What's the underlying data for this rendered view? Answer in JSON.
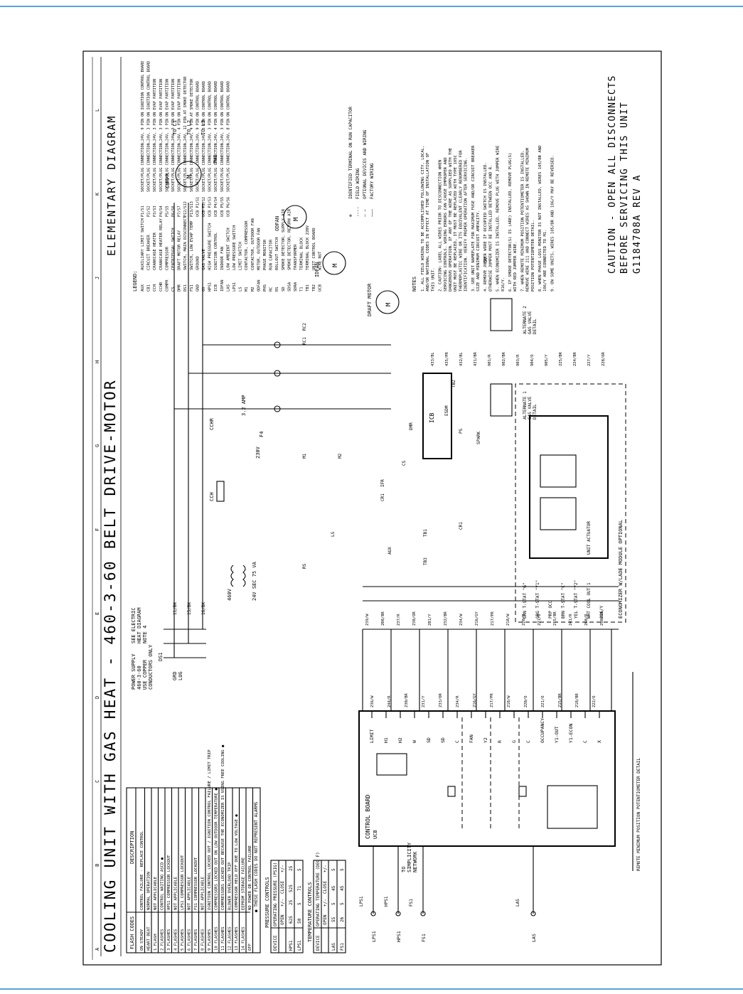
{
  "header": {
    "title": "COOLING UNIT WITH GAS HEAT - 460-3-60 BELT DRIVE-MOTOR",
    "subtitle": "ELEMENTARY DIAGRAM"
  },
  "zones": [
    "A",
    "B",
    "C",
    "D",
    "E",
    "F",
    "G",
    "H",
    "J",
    "K",
    "L"
  ],
  "flash_codes": {
    "header_code": "FLASH CODES",
    "header_desc": "DESCRIPTION",
    "rows": [
      [
        "ON STEADY",
        "CONTROL FAILURE - REPLACE CONTROL"
      ],
      [
        "HEART BEAT",
        "NORMAL OPERATION"
      ],
      [
        "1 FLASH",
        "NOT APPLICABLE"
      ],
      [
        "2 FLASHES",
        "CONTROL WAITING ASCD ●"
      ],
      [
        "3 FLASHES",
        "HPS1 COMPRESSOR LOCKOUT"
      ],
      [
        "4 FLASHES",
        "NOT APPLICABLE"
      ],
      [
        "5 FLASHES",
        "LPS1 COMPRESSOR LOCKOUT"
      ],
      [
        "6 FLASHES",
        "NOT APPLICABLE"
      ],
      [
        "7 FLASHES",
        "FS1 COMPRESSOR LOCKOUT"
      ],
      [
        "8 FLASHES",
        "NOT APPLICABLE"
      ],
      [
        "9 FLASHES",
        "IGNITION CONTROL LOCKED OUT / IGNITION CONTROL FAILURE / LIMIT TRIP"
      ],
      [
        "10 FLASHES",
        "COMPRESSORS LOCKED OUT ON LOW OUTDOOR TEMPERATURE ●"
      ],
      [
        "11 FLASHES",
        "COMPRESSORS LOCKED OUT BECAUSE THE ECONOMIZER IS USING FREE COOLING ●"
      ],
      [
        "12 FLASHES",
        "BLOWER OVERLOAD TRIP"
      ],
      [
        "13 FLASHES",
        "COMPRESSOR HELD OFF DUE TO LOW VOLTAGE ●"
      ],
      [
        "14 FLASHES",
        "EEPROM STORAGE FAILURE"
      ],
      [
        "OFF",
        "NO POWER OR CONTROL FAILURE"
      ]
    ],
    "footnote": "● THESE FLASH CODES DO NOT REPRESENT ALARMS"
  },
  "pressure_controls": {
    "title": "PRESSURE CONTROLS",
    "header": [
      "DEVICE",
      "OPERATING PRESSURE (PSIG)"
    ],
    "subheader": [
      "",
      "OPEN",
      "+/-",
      "CLOSE",
      "+/-"
    ],
    "rows": [
      [
        "HPS1",
        "625",
        "25",
        "525",
        "25"
      ],
      [
        "LPS1",
        "50",
        "5",
        "71",
        "5"
      ]
    ]
  },
  "temperature_controls": {
    "title": "TEMPERATURE CONTROLS",
    "header": [
      "DEVICE",
      "OPERATING TEMPERATURE (DEG F)"
    ],
    "subheader": [
      "",
      "OPEN",
      "+/-",
      "CLOSE",
      "+/-"
    ],
    "rows": [
      [
        "LAS",
        "55",
        "5",
        "45",
        "5"
      ],
      [
        "FS1",
        "26",
        "5",
        "45",
        "5"
      ]
    ]
  },
  "legend": {
    "title": "LEGEND:",
    "items": [
      [
        "AUX",
        "AUXILIARY LIMIT SWITCH"
      ],
      [
        "CB1",
        "CIRCUIT BREAKER"
      ],
      [
        "CCH",
        "CRANKCASE HEATER"
      ],
      [
        "CCHR",
        "CRANKCASE HEATER RELAY"
      ],
      [
        "COMPR",
        "COMPRESSOR"
      ],
      [
        "CS",
        "CENTRIFUGAL SWITCH"
      ],
      [
        "DMR",
        "DRAFT MOTOR RELAY"
      ],
      [
        "DS1",
        "SWITCH, MAIN DISCONNECT"
      ],
      [
        "FS1",
        "SWITCH, LOW EVAP TEMP"
      ],
      [
        "GND",
        "GROUND"
      ],
      [
        "GV",
        "GAS VALVE"
      ],
      [
        "HPS1",
        "HIGH PRESSURE SWITCH"
      ],
      [
        "ICB",
        "IGNITION CONTROL"
      ],
      [
        "IDFAN",
        "INDOOR FAN"
      ],
      [
        "LAS",
        "LOW AMBIENT SWITCH"
      ],
      [
        "LPS1",
        "LOW PRESSURE SWITCH"
      ],
      [
        "LS",
        "LIMIT SWITCH"
      ],
      [
        "M1",
        "CONTACTOR, COMPRESSOR"
      ],
      [
        "M2",
        "CONTACTOR, OUTDOOR FAN"
      ],
      [
        "ODFAN",
        "MOTOR, OUTDOOR FAN"
      ],
      [
        "PHS",
        "PHASE MONITOR"
      ],
      [
        "RC",
        "RUN CAPACITOR"
      ],
      [
        "RS",
        "ROLLOUT SWITCH"
      ],
      [
        "SD",
        "SMOKE DETECTOR, SUPPLY AIR"
      ],
      [
        "SDSA",
        "SMOKE DETECTOR, RETURN AIR"
      ],
      [
        "SDRA",
        "TRANSFORMER"
      ],
      [
        "T1",
        "TERMINAL BLOCK"
      ],
      [
        "TB1",
        "TERMINAL BLOCK 220V"
      ],
      [
        "TB2",
        "UNIT CONTROL BOARD"
      ],
      [
        "UCB",
        "WIRE NUT"
      ]
    ],
    "plugs": [
      [
        "P1/S1",
        "SOCKET/PLUG CONNECTION,24V, 9 PIN ON IGNITION CONTROL BOARD"
      ],
      [
        "P2/S2",
        "SOCKET/PLUG CONNECTION,24V, 3 PIN ON IGNITION CONTROL BOARD"
      ],
      [
        "P3/S3",
        "SOCKET/PLUG CONNECTION,24V, 3 PIN ON EVAP PARTITION"
      ],
      [
        "P4/S4",
        "SOCKET/PLUG CONNECTION,24V, 3 PIN ON EVAP PARTITION"
      ],
      [
        "P5/S5",
        "SOCKET/PLUG CONNECTION,24V, 3 PIN ON EVAP PARTITION"
      ],
      [
        "P6/S6",
        "SOCKET/PLUG CONNECTION,24V, 3 PIN ON EVAP PARTITION"
      ],
      [
        "P7/S7",
        "SOCKET/PLUG CONNECTION,24V, 4 PIN ON EVAP PARTITION"
      ],
      [
        "P12/S12",
        "SOCKET/PLUG CONNECTION,24V, 12 PIN AT SMOKE DETECTOR"
      ],
      [
        "P13/S13",
        "SOCKET/PLUG CONNECTION,24V, 4 PIN AT SMOKE DETECTOR"
      ],
      [
        "UCB P1/S1",
        "SOCKET/PLUG CONNECTION,24V, 9 PIN ON CONTROL BOARD"
      ],
      [
        "UCB P2/S2",
        "SOCKET/PLUG CONNECTION,24V, 3 PIN ON CONTROL BOARD"
      ],
      [
        "UCB P3/S3",
        "SOCKET/PLUG CONNECTION,24V, 3 PIN ON CONTROL BOARD"
      ],
      [
        "UCB P4/S4",
        "SOCKET/PLUG CONNECTION,24V, 4 PIN ON CONTROL BOARD"
      ],
      [
        "UCB P5/S5",
        "SOCKET/PLUG CONNECTION,24V, 3 PIN ON CONTROL BOARD"
      ],
      [
        "UCB P6/S6",
        "SOCKET/PLUG CONNECTION,24V, 8 PIN ON CONTROL BOARD"
      ]
    ],
    "wiring": [
      [
        "⊗",
        "IDENTIFIED TERMINAL ON RUN CAPACITOR"
      ],
      [
        "----",
        "FIELD WIRING"
      ],
      [
        "— —",
        "OPTIONAL DEVICES AND WIRING"
      ],
      [
        "———",
        "FACTORY WIRING"
      ]
    ]
  },
  "notes": {
    "title": "NOTES",
    "items": [
      "1. ALL FIELD WIRING TO BE ACCOMPLISHED FOLLOWING CITY, LOCAL, AND/OR NATIONAL CODES IN EFFECT AT TIME OF INSTALLATION OF THIS UNIT.",
      "2. CAUTION: LABEL ALL WIRES PRIOR TO DISCONNECTION WHEN SERVICING CONTROLS. WIRING ERRORS CAN CAUSE IMPROPER AND DANGEROUS OPERATION. IF ANY OF THE WIRE AS SUPPLIED WITH THE UNIT MUST BE REPLACED, IT MUST BE REPLACED WITH TYPE 105C THERMOPLASTIC WIRE OR ITS EQUIVALENT CLEARLY RENUMBERED FOR IDENTIFICATION. VERIFY PROPER OPERATION AFTER SERVICING.",
      "3. SEE UNIT NAMEPLATE FOR MAXIMUM FUSE AND/OR CIRCUIT BREAKER SIZE AND MINIMUM CIRCUIT AMPACITY.",
      "4. REMOVE JUMPER WIRE IF OCCUPIED SWITCH IS INSTALLED. OTHERWISE JUMPER MUST BE INSTALLED BETWEEN OCC AND R.",
      "5. WHEN ECONOMIZER IS INSTALLED, REMOVE PLUG WITH JUMPER WIRE 816/Y.",
      "6. IF SMOKE DETECTOR(S) IS (ARE) INSTALLED, REMOVE PLUG(S) WITH RED JUMPER WIRE.",
      "7. WHEN REMOTE MINIMUM POSITION POTENTIOMETER IS INSTALLED, REMOVE WIRE 211 AND CONNECT WIRES AS SHOWN IN REMOTE MINIMUM POSITION POTENTIOMETER DETAIL.",
      "8. WHEN PHASE LOSS MONITOR IS NOT INSTALLED, WIRES 105/BR AND 106/Y ARE CONNECTED TO M1.",
      "9. ON SOME UNITS, WIRES 105/BR AND 106/Y MAY BE REVERSED."
    ]
  },
  "caution": {
    "line1": "CAUTION - OPEN ALL DISCONNECTS",
    "line2": "BEFORE SERVICING THIS UNIT",
    "drawing_no": "G1184708A  REV A"
  },
  "power": {
    "supply_lines": [
      "POWER SUPPLY",
      "460-3-60",
      "USE COPPER",
      "CONDUCTORS ONLY"
    ],
    "heater_lines": [
      "SEE ELECTRIC",
      "HEAT DIAGRAM",
      "NOTE 4"
    ],
    "ds1": "DS1",
    "grd_lines": [
      "GRD",
      "LUG"
    ],
    "wires": [
      "11/BK",
      "15/BK",
      "16/BK"
    ],
    "to_lines": [
      "TO L1",
      "TO L2",
      "TO L3"
    ],
    "compr": "COMPR",
    "odfan": "ODFAN",
    "idfan": "IDFAN",
    "draft": "DRAFT MOTOR",
    "phs": "PHS",
    "ccm": "CCH",
    "cchr": "CCHR"
  },
  "labels": {
    "ucb": "CONTROL BOARD",
    "ucb_sub": "UCB",
    "icb": "ICB",
    "econ": "ECONOMIZER W/LADE MODULE OPTIONAL",
    "econ_sub": "UNIT ACTUATOR",
    "remote": "REMOTE MINIMUM POSITION POTENTIOMETER DETAIL",
    "to_simplicity": [
      "TO",
      "SIMPLICITY",
      "NETWORK"
    ],
    "trans_pri": "460V",
    "trans_sec": "24V SEC 75 VA",
    "trans230": "230V",
    "f4": "F4",
    "cb": "3.2 AMP",
    "gv1": [
      "ALTERNATE 1",
      "GAS VALVE",
      "DETAIL"
    ],
    "gv2": [
      "ALTERNATE 2",
      "GAS VALVE",
      "DETAIL"
    ],
    "gv": "GV"
  },
  "thermostat_terms": [
    "GRN T-STAT \"G\"",
    "ORG T-STAT \"Y1\"",
    "PRP OCC",
    "BRN T-STAT \"C\"",
    "YEL T-STAT \"Y2\"",
    "WHT COOL OUT 1",
    "816/Y"
  ],
  "ucb_terms": [
    "LIMIT",
    "H1",
    "H2",
    "W",
    "SD",
    "SD",
    "C",
    "FAN",
    "Y2",
    "R",
    "G",
    "C",
    "OCCUPANCY",
    "Y1-OUT",
    "Y1-ECON",
    "C",
    "X"
  ],
  "wire_labels_left": [
    "236/W",
    "244/R",
    "230/BR",
    "231/Y",
    "233/OR",
    "234/R",
    "216/GY",
    "217/PR",
    "218/W",
    "220/O",
    "221/O",
    "215/BR",
    "218/BR",
    "222/O"
  ],
  "wire_labels_mid": [
    "239/W",
    "208/BR",
    "237/R",
    "238/OR",
    "281/Y",
    "232/BR",
    "234/W",
    "216/GY",
    "217/PR",
    "218/W",
    "220/O",
    "221/O",
    "215/BR",
    "241/R",
    "260/R",
    "290/PR"
  ],
  "wire_labels_right": [
    "433/BL",
    "435/PR",
    "432/BL",
    "431/BR",
    "901/R",
    "902/BR",
    "903/R",
    "904/O",
    "905/Y",
    "225/BR",
    "224/BR",
    "227/Y",
    "228/OR"
  ],
  "device_labels": [
    "LPS1",
    "HPS1",
    "FS1",
    "LAS",
    "RS",
    "LS",
    "AUX",
    "CS",
    "PS",
    "SPARK",
    "ESDM",
    "TB1",
    "TB2",
    "M1",
    "M2",
    "IFR",
    "CR1",
    "DMR",
    "RC1",
    "RC2",
    "TB3",
    "CR1"
  ]
}
